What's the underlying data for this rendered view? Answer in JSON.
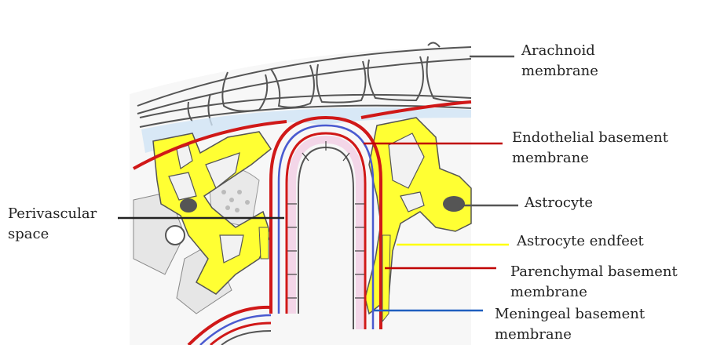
{
  "labels": {
    "arachnoid": [
      "Arachnoid",
      "membrane"
    ],
    "endothelial": [
      "Endothelial basement",
      "membrane"
    ],
    "astrocyte": "Astrocyte",
    "endfeet": "Astrocyte endfeet",
    "parenchymal": [
      "Parenchymal basement",
      "membrane"
    ],
    "meningeal": [
      "Meningeal basement",
      "membrane"
    ],
    "perivascular": [
      "Perivascular",
      "space"
    ]
  },
  "colors": {
    "endothelial_leader": "#c00000",
    "astrocyte_leader": "#555555",
    "arachnoid_leader": "#555555",
    "endfeet_leader": "#ffff00",
    "parenchymal_leader": "#c00000",
    "meningeal_leader": "#1f5fbf",
    "perivascular_leader": "#222222",
    "astrocyte_fill": "#ffff33",
    "membrane_red": "#d01818",
    "membrane_blue": "#4a5ad0",
    "outline": "#555555"
  }
}
